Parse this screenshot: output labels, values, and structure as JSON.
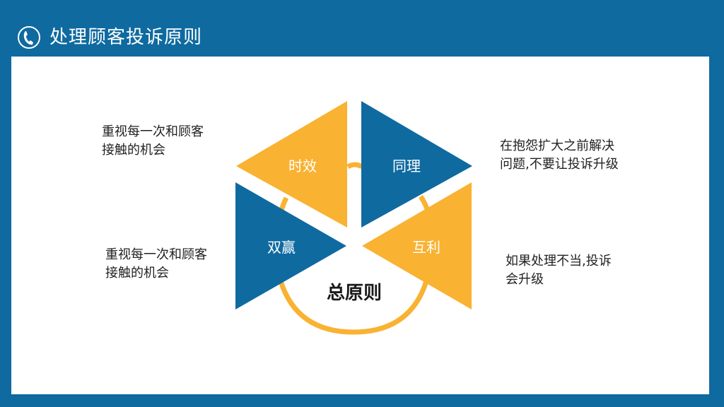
{
  "header": {
    "title": "处理顾客投诉原则",
    "icon": "phone-icon"
  },
  "diagram": {
    "center_label": "总原则",
    "segments": [
      {
        "label": "时效",
        "color": "#f9b231"
      },
      {
        "label": "同理",
        "color": "#0f6aa0"
      },
      {
        "label": "双赢",
        "color": "#0f6aa0"
      },
      {
        "label": "互利",
        "color": "#f9b231"
      }
    ]
  },
  "notes": {
    "top_left": {
      "line1": "重视每一次和顾客",
      "line2": "接触的机会"
    },
    "bottom_left": {
      "line1": "重视每一次和顾客",
      "line2": "接触的机会"
    },
    "top_right": {
      "line1": "在抱怨扩大之前解决",
      "line2": "问题,不要让投诉升级"
    },
    "bottom_right": {
      "line1": "如果处理不当,投诉",
      "line2": "会升级"
    }
  },
  "colors": {
    "blue": "#0f6aa0",
    "yellow": "#f9b231",
    "white": "#ffffff"
  }
}
